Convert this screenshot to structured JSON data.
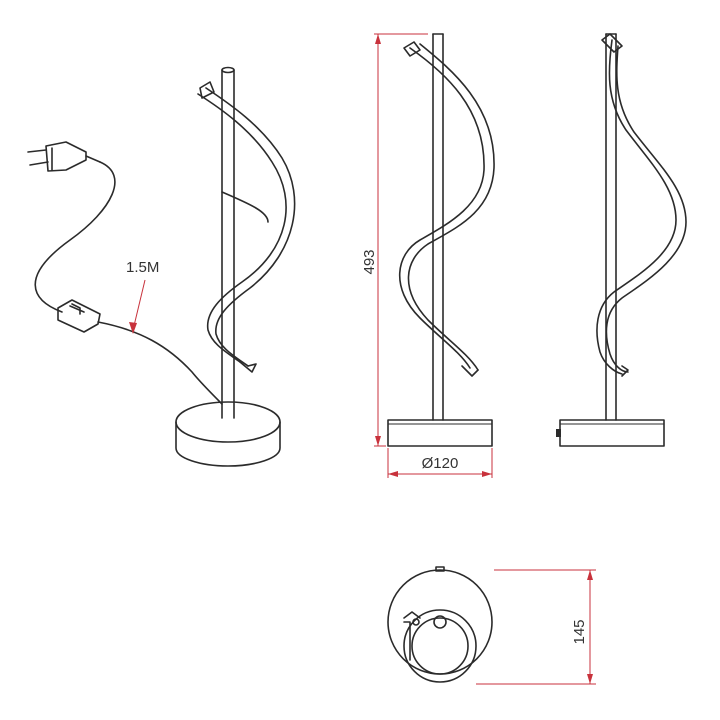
{
  "annotations": {
    "cable_length": "1.5M",
    "height": "493",
    "base_diameter": "Ø120",
    "depth": "145"
  },
  "colors": {
    "line": "#2b2b2b",
    "dimension_line": "#c8323c",
    "background": "#ffffff"
  }
}
